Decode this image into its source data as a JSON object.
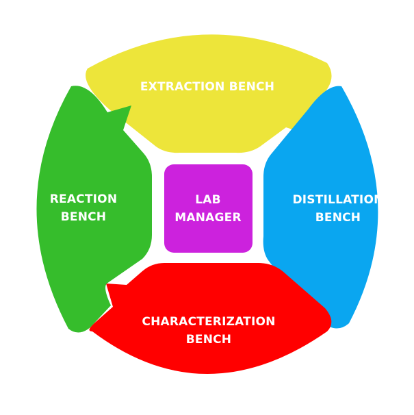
{
  "diagram": {
    "center": {
      "line1": "LAB",
      "line2": "MANAGER",
      "color": "#cc22dd"
    },
    "segments": [
      {
        "id": "top",
        "line1": "EXTRACTION BENCH",
        "line2": "",
        "color": "#ede53a"
      },
      {
        "id": "right",
        "line1": "DISTILLATION",
        "line2": "BENCH",
        "color": "#0aa6f0"
      },
      {
        "id": "bottom",
        "line1": "CHARACTERIZATION",
        "line2": "BENCH",
        "color": "#ff0000"
      },
      {
        "id": "left",
        "line1": "REACTION",
        "line2": "BENCH",
        "color": "#36bd2c"
      }
    ]
  }
}
